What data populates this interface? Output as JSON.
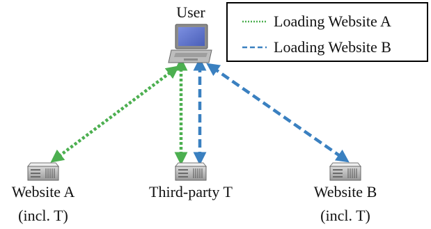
{
  "user": {
    "label": "User",
    "icon": "laptop-icon"
  },
  "legend": {
    "items": [
      {
        "label": "Loading Website A",
        "color": "#4caf50",
        "style": "dotted"
      },
      {
        "label": "Loading Website B",
        "color": "#3a80c0",
        "style": "dashed"
      }
    ]
  },
  "nodes": [
    {
      "label_line1": "Website A",
      "label_line2": "(incl. T)",
      "icon": "server-icon"
    },
    {
      "label_line1": "Third-party T",
      "label_line2": "",
      "icon": "server-icon"
    },
    {
      "label_line1": "Website B",
      "label_line2": "(incl. T)",
      "icon": "server-icon"
    }
  ],
  "connections": [
    {
      "from": "User",
      "to": "Website A",
      "flow": "Loading Website A"
    },
    {
      "from": "User",
      "to": "Third-party T",
      "flow": "Loading Website A"
    },
    {
      "from": "User",
      "to": "Third-party T",
      "flow": "Loading Website B"
    },
    {
      "from": "User",
      "to": "Website B",
      "flow": "Loading Website B"
    }
  ],
  "colors": {
    "green": "#4caf50",
    "blue": "#3a80c0"
  }
}
